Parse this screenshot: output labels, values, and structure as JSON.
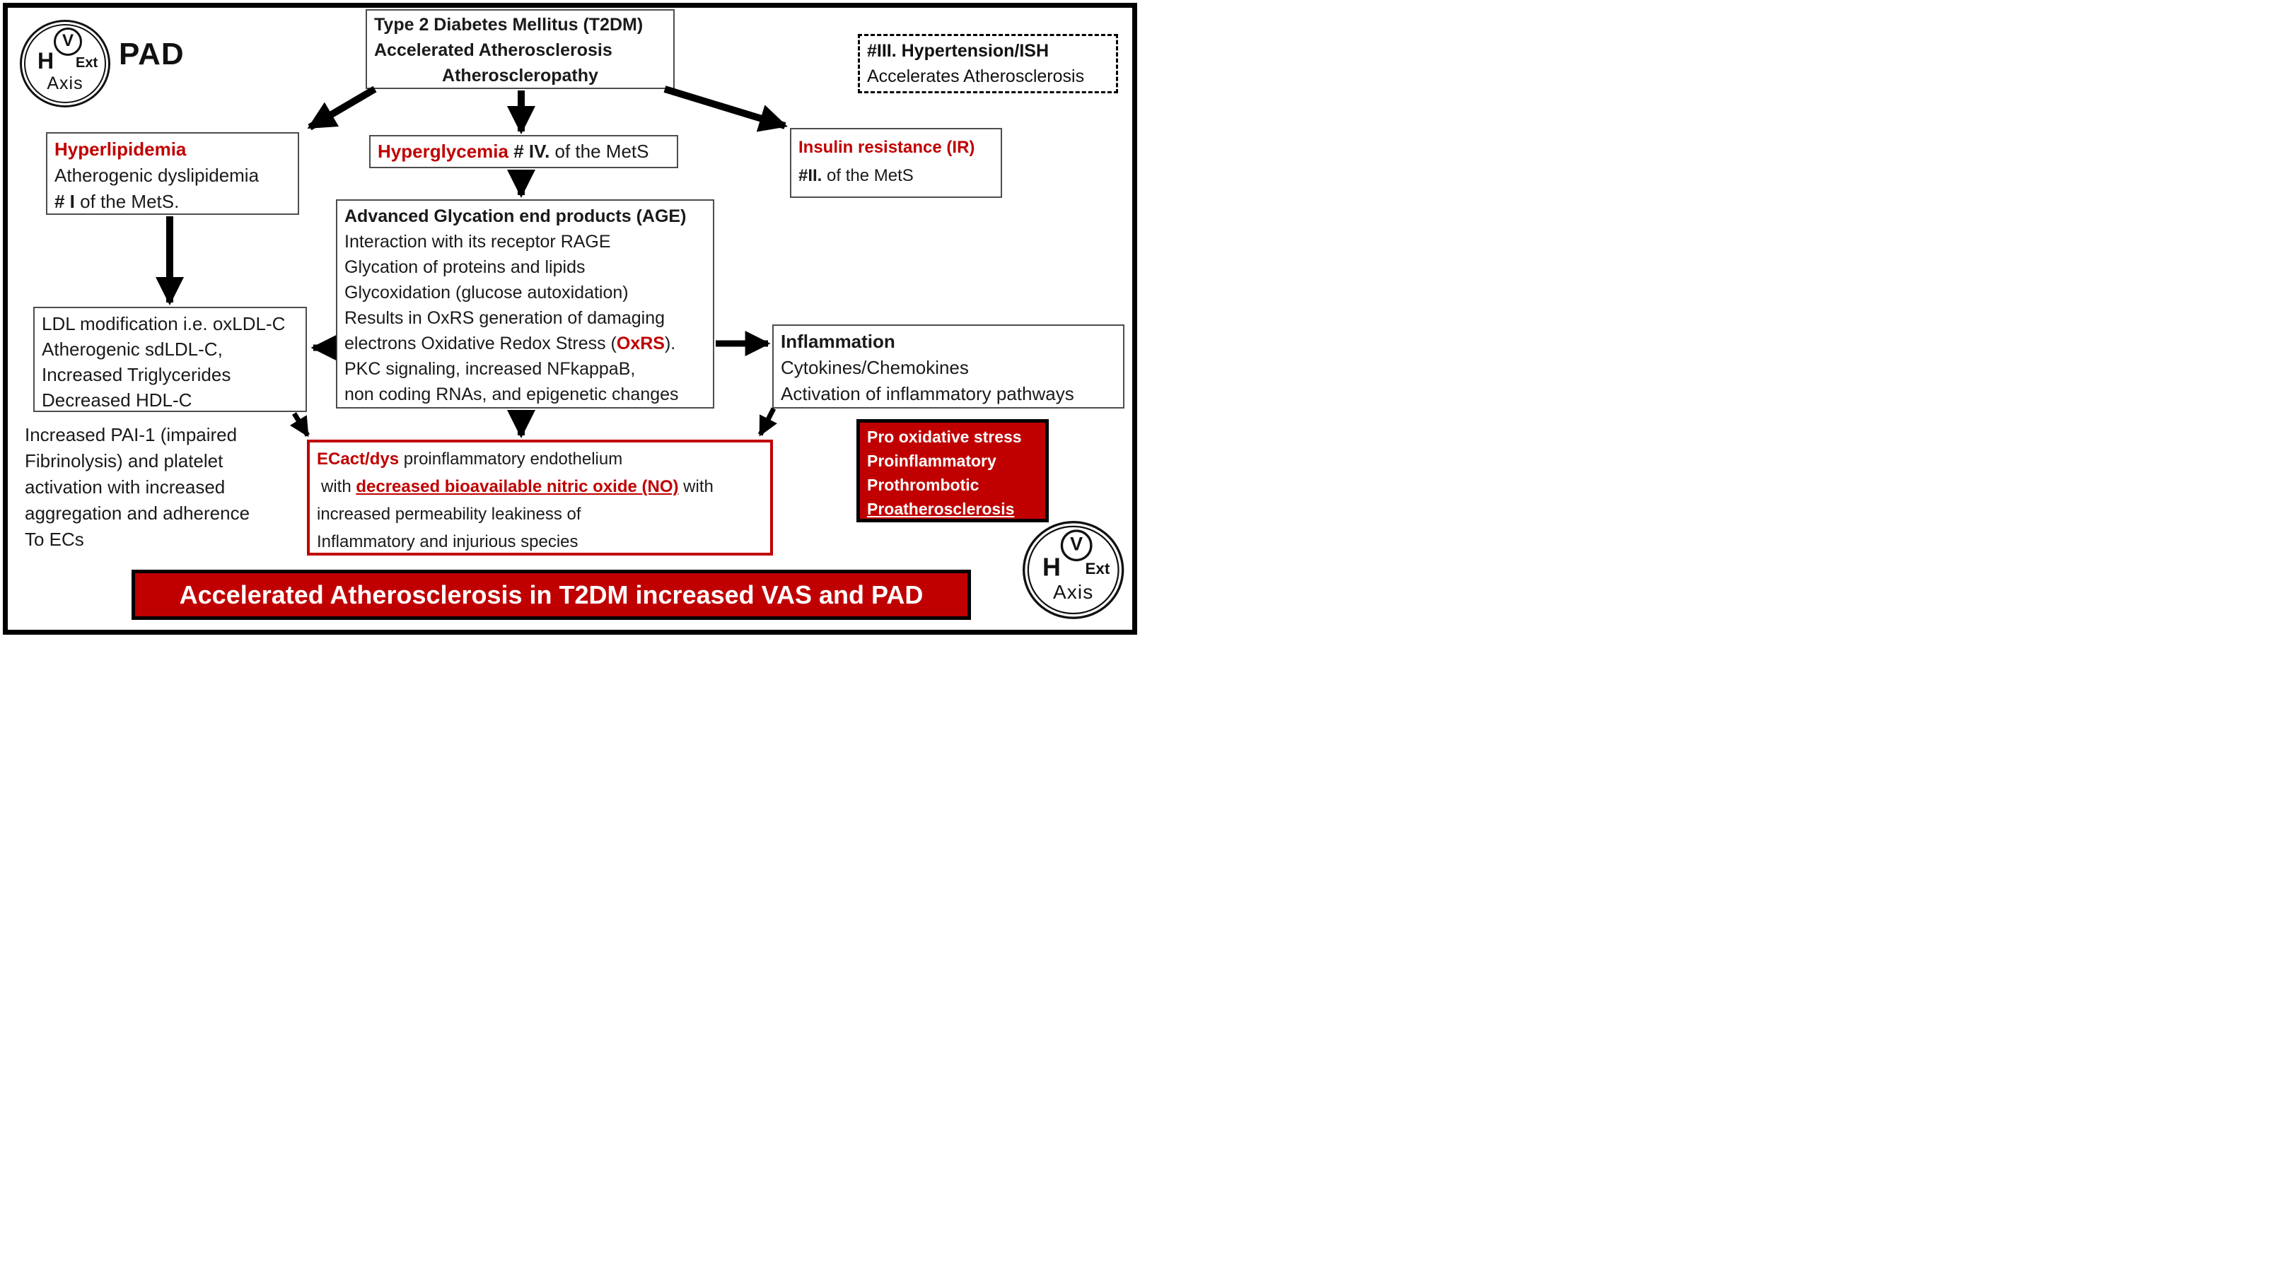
{
  "colors": {
    "red": "#C00000",
    "border_gray": "#4d4d4d",
    "black": "#000000"
  },
  "logo": {
    "v": "V",
    "h": "H",
    "ext": "Ext",
    "axis": "Axis"
  },
  "pad_label": "PAD",
  "top_box": {
    "line1": "Type 2 Diabetes Mellitus (T2DM)",
    "line2": "Accelerated Atherosclerosis",
    "line3": "Atheroscleropathy"
  },
  "hypertension_box": {
    "line1": "#III. Hypertension/ISH",
    "line2": "Accelerates Atherosclerosis"
  },
  "hyperlipidemia_box": {
    "title": "Hyperlipidemia",
    "line2": "Atherogenic dyslipidemia",
    "line3_bold": "# I",
    "line3_rest": " of the MetS."
  },
  "hyperglycemia_box": {
    "title": "Hyperglycemia",
    "mid_bold": " # IV.",
    "rest": " of the MetS"
  },
  "insulin_box": {
    "title": "Insulin resistance (IR)",
    "line2_bold": "#II.",
    "line2_rest": " of the MetS"
  },
  "age_box": {
    "line1": "Advanced Glycation end products (AGE)",
    "line2": "Interaction with its receptor RAGE",
    "line3": "Glycation of proteins and lipids",
    "line4": "Glycoxidation (glucose autoxidation)",
    "line5": "Results in OxRS generation of damaging",
    "line6_pre": "electrons Oxidative Redox Stress (",
    "line6_red": "OxRS",
    "line6_post": ").",
    "line7": "PKC signaling, increased NFkappaB,",
    "line8": "non coding RNAs, and epigenetic changes"
  },
  "ldl_box": {
    "line1": "LDL modification i.e. oxLDL-C",
    "line2": "Atherogenic sdLDL-C,",
    "line3": "Increased Triglycerides",
    "line4": "Decreased HDL-C"
  },
  "inflammation_box": {
    "title": "Inflammation",
    "line2": "Cytokines/Chemokines",
    "line3": "Activation of inflammatory pathways"
  },
  "pro_box": {
    "line1": "Pro oxidative stress",
    "line2": "Proinflammatory",
    "line3": "Prothrombotic",
    "line4": "Proatherosclerosis"
  },
  "ecact_box": {
    "line1_red": "ECact/dys",
    "line1_rest": " proinflammatory endothelium",
    "line2_pre": "with ",
    "line2_red": "decreased bioavailable nitric oxide (NO)",
    "line2_post": " with",
    "line3": "increased permeability leakiness of",
    "line4": "Inflammatory and injurious species"
  },
  "pai_text": {
    "line1": "Increased PAI-1 (impaired",
    "line2": "Fibrinolysis) and platelet",
    "line3": "activation with increased",
    "line4": "aggregation and adherence",
    "line5": "To ECs"
  },
  "banner": {
    "text": "Accelerated Atherosclerosis in T2DM increased VAS and PAD"
  }
}
